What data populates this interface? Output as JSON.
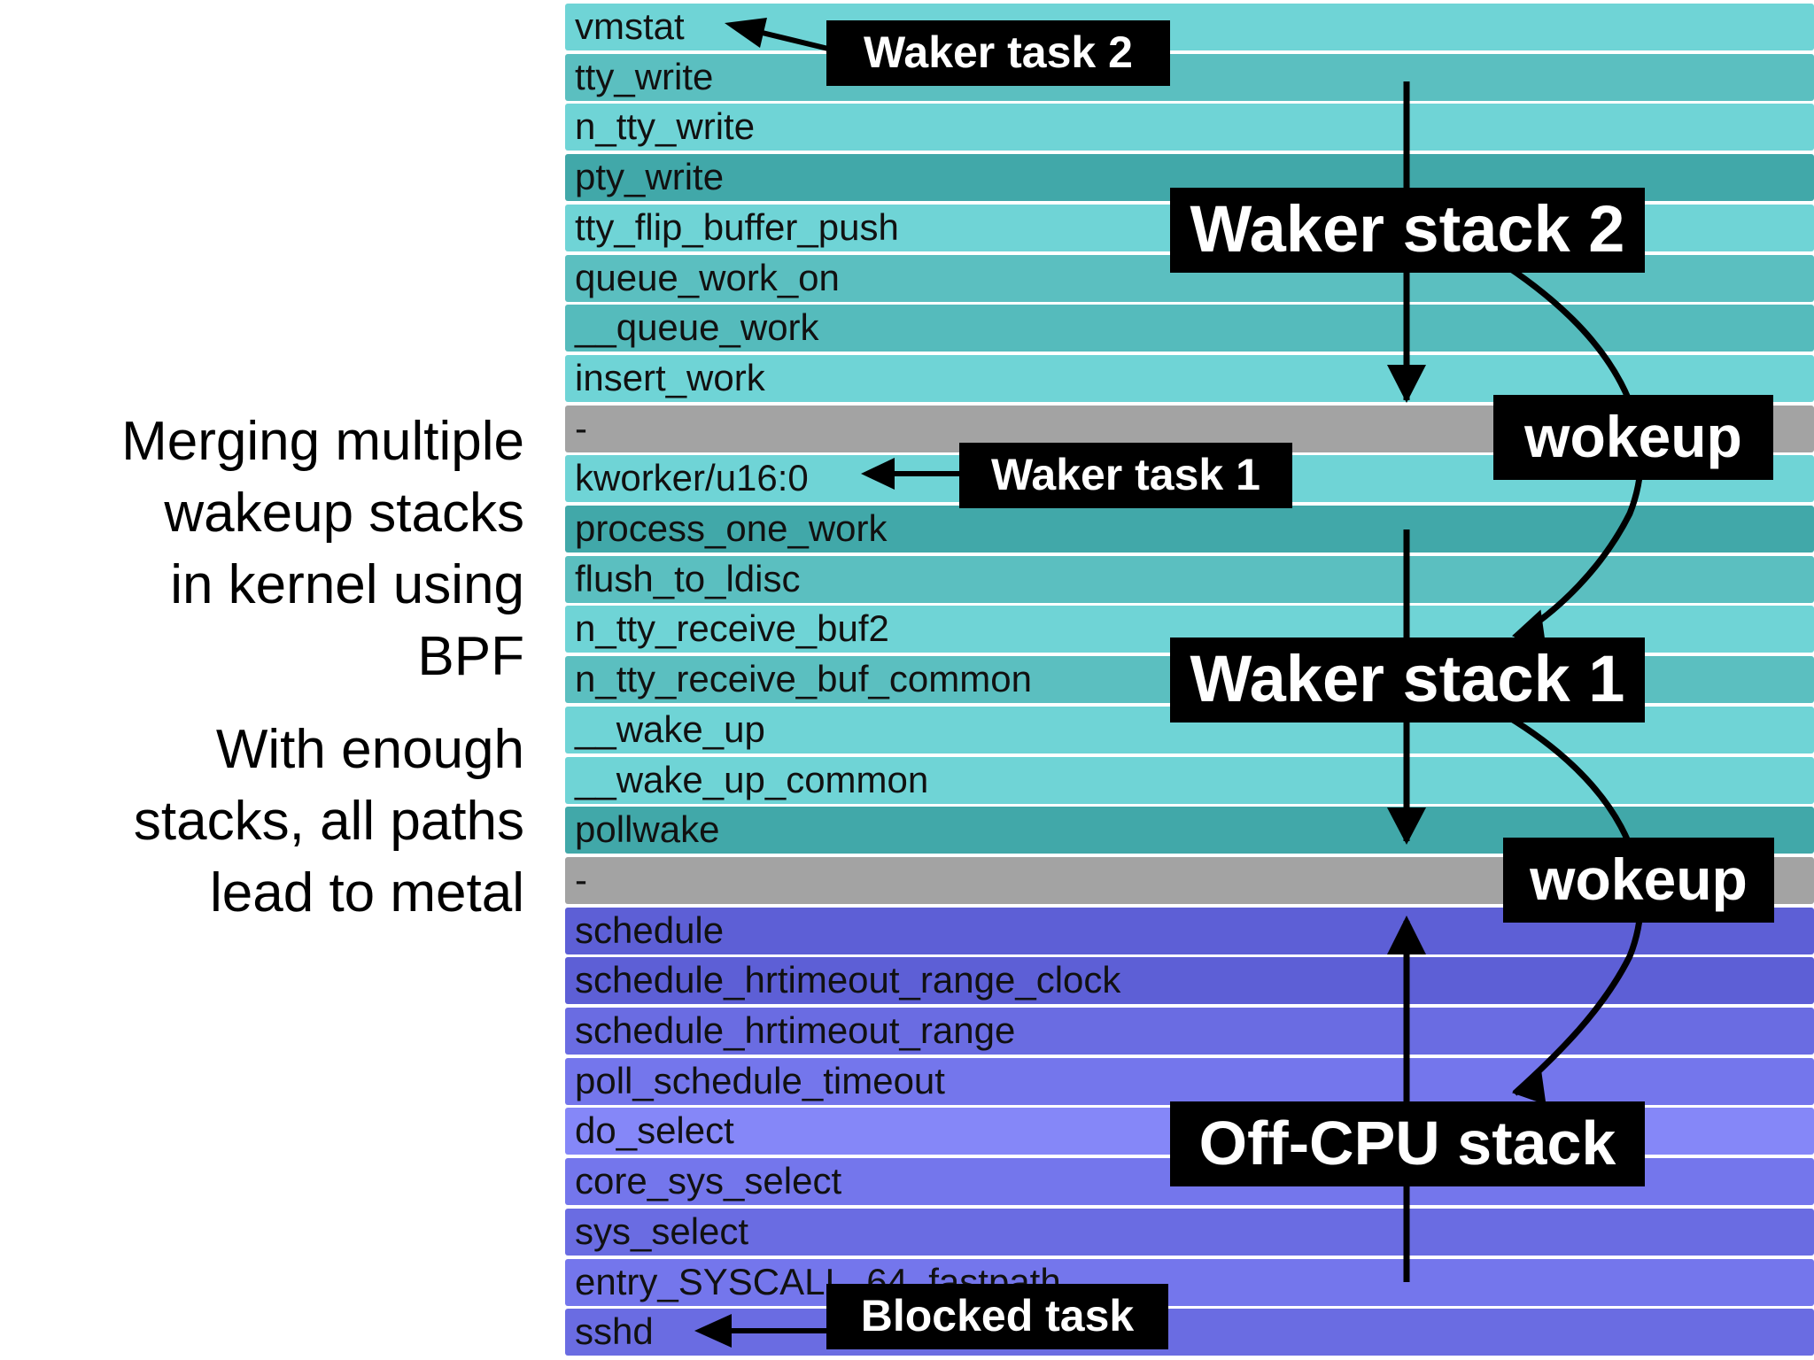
{
  "caption": {
    "paragraph1": [
      "Merging multiple",
      "wakeup stacks",
      "in kernel using",
      "BPF"
    ],
    "paragraph2": [
      "With enough",
      "stacks, all paths",
      "lead to metal"
    ]
  },
  "frames": [
    {
      "label": "vmstat",
      "color": "#6fd4d6"
    },
    {
      "label": "tty_write",
      "color": "#5bbfc0"
    },
    {
      "label": "n_tty_write",
      "color": "#6fd4d6"
    },
    {
      "label": "pty_write",
      "color": "#41a8a9"
    },
    {
      "label": "tty_flip_buffer_push",
      "color": "#6fd4d6"
    },
    {
      "label": "queue_work_on",
      "color": "#5bbfc0"
    },
    {
      "label": "__queue_work",
      "color": "#55bbbc"
    },
    {
      "label": "insert_work",
      "color": "#6fd4d6"
    },
    {
      "label": "-",
      "color": "#a3a3a3"
    },
    {
      "label": "kworker/u16:0",
      "color": "#6fd4d6"
    },
    {
      "label": "process_one_work",
      "color": "#41a8a9"
    },
    {
      "label": "flush_to_ldisc",
      "color": "#5bbfc0"
    },
    {
      "label": "n_tty_receive_buf2",
      "color": "#6fd4d6"
    },
    {
      "label": "n_tty_receive_buf_common",
      "color": "#5bbfc0"
    },
    {
      "label": "__wake_up",
      "color": "#6fd4d6"
    },
    {
      "label": "__wake_up_common",
      "color": "#6fd4d6"
    },
    {
      "label": "pollwake",
      "color": "#41a8a9"
    },
    {
      "label": "-",
      "color": "#a3a3a3"
    },
    {
      "label": "schedule",
      "color": "#5d5fd6"
    },
    {
      "label": "schedule_hrtimeout_range_clock",
      "color": "#5d5fd6"
    },
    {
      "label": "schedule_hrtimeout_range",
      "color": "#6a6ce2"
    },
    {
      "label": "poll_schedule_timeout",
      "color": "#7476ec"
    },
    {
      "label": "do_select",
      "color": "#8587f8"
    },
    {
      "label": "core_sys_select",
      "color": "#7476ec"
    },
    {
      "label": "sys_select",
      "color": "#6a6ce2"
    },
    {
      "label": "entry_SYSCALL_64_fastpath",
      "color": "#7476ec"
    },
    {
      "label": "sshd",
      "color": "#6a6ce2"
    }
  ],
  "labels": {
    "waker_task_2": "Waker task 2",
    "waker_stack_2": "Waker stack 2",
    "wokeup_1": "wokeup",
    "waker_task_1": "Waker task 1",
    "waker_stack_1": "Waker stack 1",
    "wokeup_2": "wokeup",
    "off_cpu_stack": "Off-CPU stack",
    "blocked_task": "Blocked task"
  }
}
